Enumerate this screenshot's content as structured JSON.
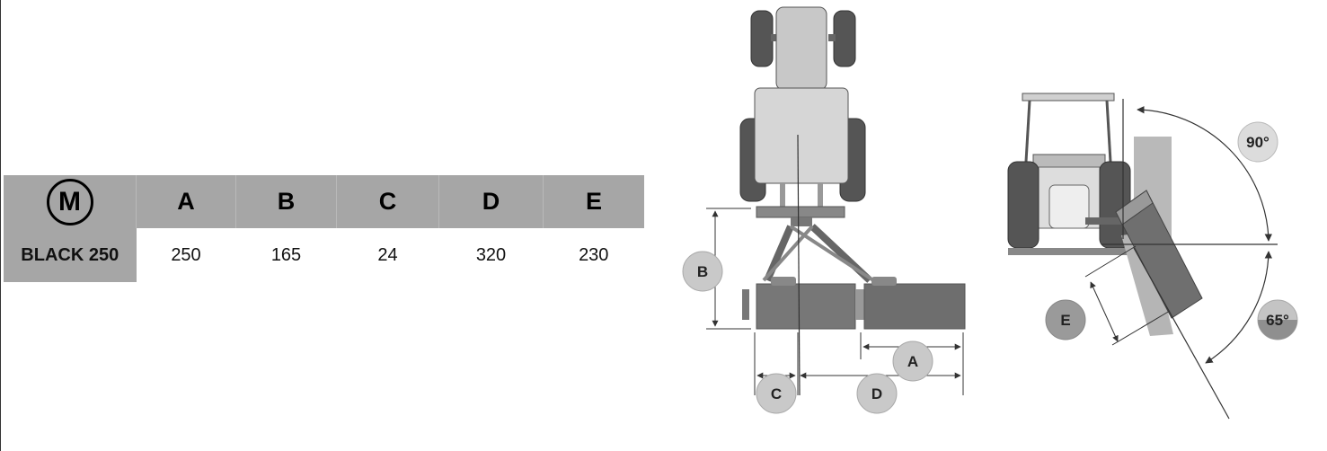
{
  "table": {
    "logo_letter": "M",
    "headers": [
      "A",
      "B",
      "C",
      "D",
      "E"
    ],
    "row": {
      "model": "BLACK 250",
      "values": [
        "250",
        "165",
        "24",
        "320",
        "230"
      ]
    }
  },
  "diagram": {
    "labels": {
      "a": "A",
      "b": "B",
      "c": "C",
      "d": "D",
      "e": "E",
      "angle_up": "90°",
      "angle_down": "65°"
    }
  }
}
